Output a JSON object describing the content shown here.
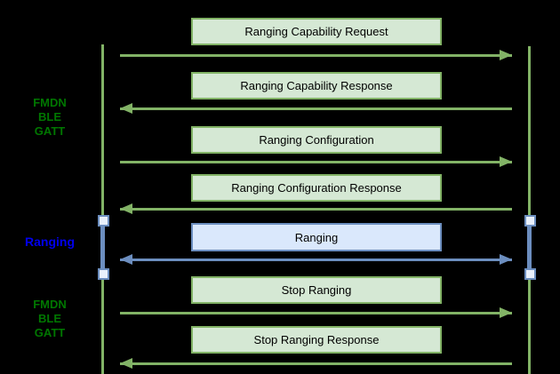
{
  "diagram": {
    "title": "FMDN BLE GATT ranging sequence",
    "background": "#000000",
    "colors": {
      "green_fill": "#d5e8d4",
      "green_stroke": "#82b366",
      "blue_fill": "#dae8fc",
      "blue_stroke": "#6c8ebf",
      "green_label_text": "#007700",
      "blue_label_text": "#0000ee",
      "box_text": "#000000"
    },
    "phase_labels": [
      {
        "id": "gatt-top",
        "color": "green",
        "lines": [
          "FMDN",
          "BLE",
          "GATT"
        ]
      },
      {
        "id": "ranging",
        "color": "blue",
        "lines": [
          "Ranging"
        ]
      },
      {
        "id": "gatt-bottom",
        "color": "green",
        "lines": [
          "FMDN",
          "BLE",
          "GATT"
        ]
      }
    ],
    "messages": [
      {
        "label": "Ranging Capability Request",
        "direction": "right",
        "theme": "green"
      },
      {
        "label": "Ranging Capability Response",
        "direction": "left",
        "theme": "green"
      },
      {
        "label": "Ranging Configuration",
        "direction": "right",
        "theme": "green"
      },
      {
        "label": "Ranging Configuration Response",
        "direction": "left",
        "theme": "green"
      },
      {
        "label": "Ranging",
        "direction": "both",
        "theme": "blue"
      },
      {
        "label": "Stop Ranging",
        "direction": "right",
        "theme": "green"
      },
      {
        "label": "Stop Ranging Response",
        "direction": "left",
        "theme": "green"
      }
    ]
  }
}
